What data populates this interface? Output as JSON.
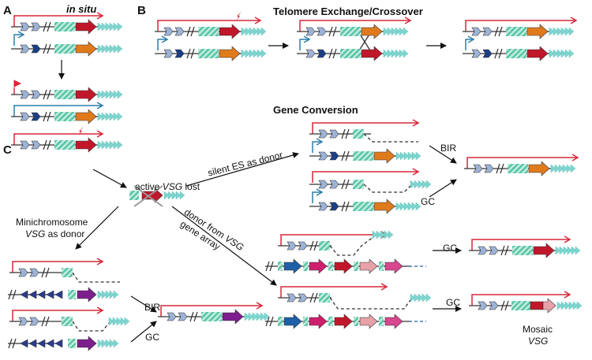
{
  "panels": {
    "a": "A",
    "b": "B",
    "c": "C"
  },
  "titles": {
    "in_situ": "in situ",
    "telomere": "Telomere Exchange/Crossover",
    "gene_conversion": "Gene Conversion"
  },
  "labels": {
    "active_vsg_lost_pre": "active ",
    "active_vsg_lost_vsg": "VSG",
    "active_vsg_lost_post": " lost",
    "silent_es_donor": "silent ES as donor",
    "minichromosome_line1": "Minichromosome",
    "minichromosome_line2_vsg": "VSG",
    "minichromosome_line2_post": " as donor",
    "donor_array_line1_pre": "donor from ",
    "donor_array_line1_vsg": "VSG",
    "donor_array_line2": "gene array",
    "bir": "BIR",
    "gc": "GC",
    "mosaic": "Mosaic",
    "mosaic_vsg": "VSG"
  },
  "colors": {
    "red_vsg": "#c0182a",
    "orange_vsg": "#e07b1c",
    "purple_vsg": "#7d1f8c",
    "teal_box": "#5fc9a8",
    "telomere": "#7fd6cf",
    "promoter_light": "#9db3d6",
    "promoter_dark": "#1a3f86",
    "red_line": "#d6283a",
    "blue_line": "#2b7fa8"
  },
  "icons": [
    "promoter-arrow-icon",
    "vsg-gene-arrow-icon",
    "telomere-repeat-icon",
    "break-bolt-icon",
    "cross-out-icon"
  ]
}
